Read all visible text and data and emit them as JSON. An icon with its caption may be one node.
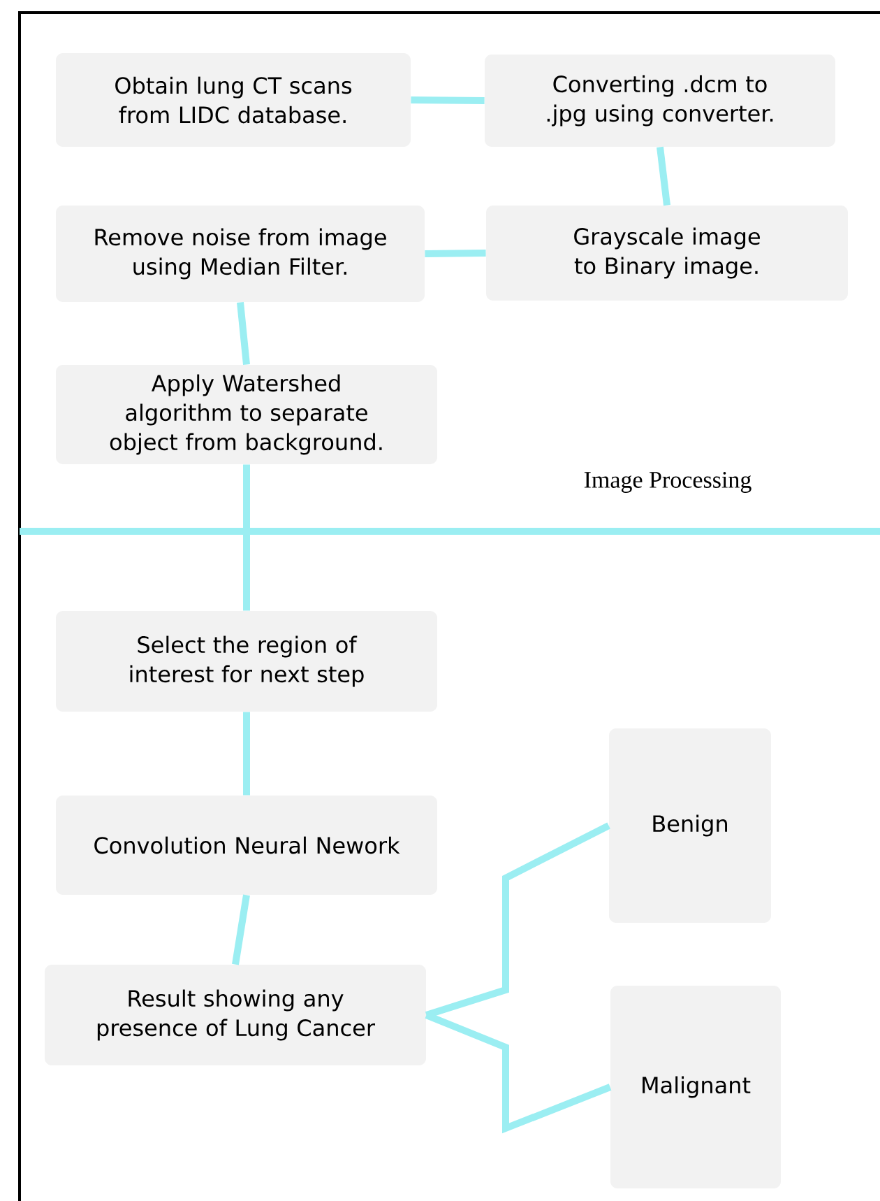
{
  "diagram": {
    "nodes": [
      {
        "text": [
          "Obtain lung CT scans from LIDC database."
        ]
      },
      {
        "text": [
          "Converting .dcm to .jpg using converter."
        ]
      },
      {
        "text": [
          "Remove noise from image using Median Filter."
        ]
      },
      {
        "text": [
          "Grayscale image to Binary image."
        ]
      },
      {
        "text": [
          "Apply Watershed algorithm to separate object from background."
        ]
      },
      {
        "text": [
          "Select the region of interest for next step"
        ]
      },
      {
        "text": [
          "Convolution Neural Nework"
        ]
      },
      {
        "text": [
          "Result showing any presence of Lung Cancer"
        ]
      },
      {
        "text": [
          "Benign"
        ]
      },
      {
        "text": [
          "Malignant"
        ]
      }
    ],
    "edges": [
      {
        "from": 0,
        "to": 1,
        "arrow": "none"
      },
      {
        "from": 1,
        "to": 3,
        "arrow": "none"
      },
      {
        "from": 3,
        "to": 2,
        "arrow": "none"
      },
      {
        "from": 2,
        "to": 4,
        "arrow": "none"
      },
      {
        "from": 4,
        "to": 5,
        "arrow": "none"
      },
      {
        "from": 5,
        "to": 6,
        "arrow": "none"
      },
      {
        "from": 6,
        "to": 7,
        "arrow": "none"
      },
      {
        "from": 7,
        "to": 8,
        "arrow": "none"
      },
      {
        "from": 7,
        "to": 9,
        "arrow": "none"
      }
    ],
    "labels": [
      "Image Processing"
    ]
  }
}
